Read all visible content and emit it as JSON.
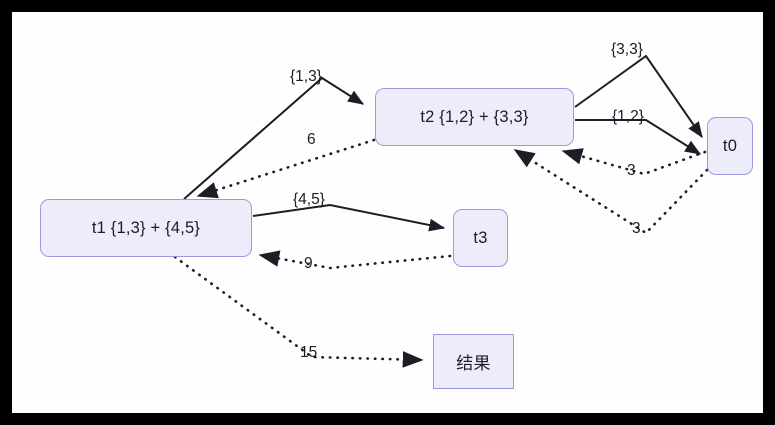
{
  "diagram": {
    "type": "directed-graph",
    "background_color": "#fffdfd",
    "frame_color": "#000000",
    "node_fill": "#ececfb",
    "node_border": "#9a9ae0",
    "edge_color": "#1d1d28",
    "nodes": [
      {
        "id": "t1",
        "label": "t1 {1,3} + {4,5}",
        "shape": "rounded-rect"
      },
      {
        "id": "t2",
        "label": "t2 {1,2} + {3,3}",
        "shape": "rounded-rect"
      },
      {
        "id": "t0",
        "label": "t0",
        "shape": "rounded-rect"
      },
      {
        "id": "t3",
        "label": "t3",
        "shape": "rounded-rect"
      },
      {
        "id": "result",
        "label": "结果",
        "shape": "rect"
      }
    ],
    "edges": [
      {
        "from": "t1",
        "to": "t2",
        "label": "{1,3}",
        "style": "solid"
      },
      {
        "from": "t2",
        "to": "t0",
        "label": "{3,3}",
        "style": "solid"
      },
      {
        "from": "t2",
        "to": "t0",
        "label": "{1,2}",
        "style": "solid"
      },
      {
        "from": "t2",
        "to": "t1",
        "label": "6",
        "style": "dotted"
      },
      {
        "from": "t1",
        "to": "t3",
        "label": "{4,5}",
        "style": "solid"
      },
      {
        "from": "t3",
        "to": "t1",
        "label": "9",
        "style": "dotted"
      },
      {
        "from": "t0",
        "to": "t2",
        "label": "3",
        "style": "dotted"
      },
      {
        "from": "t0",
        "to": "t2",
        "label": "3",
        "style": "dotted"
      },
      {
        "from": "t1",
        "to": "result",
        "label": "15",
        "style": "dotted"
      }
    ]
  }
}
